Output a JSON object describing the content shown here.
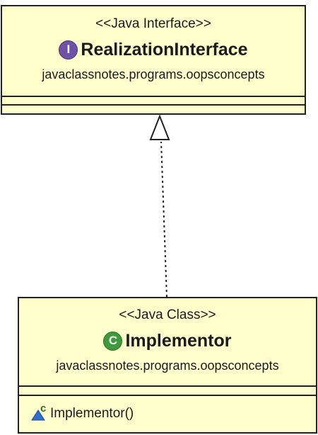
{
  "interface": {
    "stereotype": "<<Java Interface>>",
    "badge": "I",
    "name": "RealizationInterface",
    "package": "javaclassnotes.programs.oopsconcepts",
    "badge_color": "#6f52a8"
  },
  "class": {
    "stereotype": "<<Java Class>>",
    "badge": "C",
    "name": "Implementor",
    "package": "javaclassnotes.programs.oopsconcepts",
    "badge_color": "#3f9a3c",
    "operations": [
      {
        "icon": "constructor-icon",
        "label": "Implementor()",
        "modifier": "c"
      }
    ]
  },
  "colors": {
    "box_fill": "#ffffcc",
    "border": "#222222"
  },
  "relationship": {
    "type": "realization",
    "from": "Implementor",
    "to": "RealizationInterface"
  }
}
